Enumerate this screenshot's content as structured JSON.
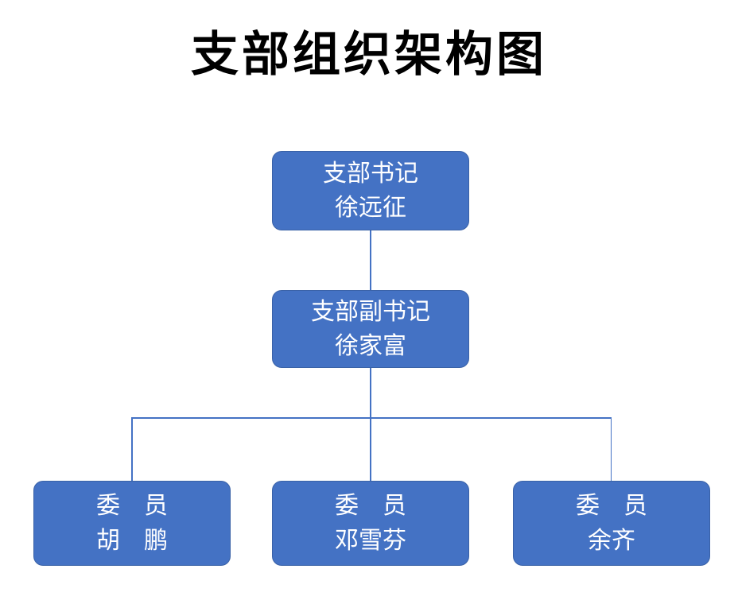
{
  "page": {
    "title": "支部组织架构图"
  },
  "colors": {
    "background": "#FFFFFF",
    "title_color": "#000000",
    "node_fill": "#4472C4",
    "node_border": "#3A62A7",
    "node_text": "#FFFFFF",
    "connector": "#4472C4"
  },
  "nodes": {
    "secretary": {
      "role": "支部书记",
      "name": "徐远征"
    },
    "deputy": {
      "role": "支部副书记",
      "name": "徐家富"
    },
    "member1": {
      "role": "委　员",
      "name": "胡　鹏"
    },
    "member2": {
      "role": "委　员",
      "name": "邓雪芬"
    },
    "member3": {
      "role": "委　员",
      "name": "余齐"
    }
  },
  "hierarchy": [
    {
      "from": "支部书记 徐远征",
      "to": "支部副书记 徐家富"
    },
    {
      "from": "支部副书记 徐家富",
      "to": "委员 胡鹏"
    },
    {
      "from": "支部副书记 徐家富",
      "to": "委员 邓雪芬"
    },
    {
      "from": "支部副书记 徐家富",
      "to": "委员 余齐"
    }
  ]
}
